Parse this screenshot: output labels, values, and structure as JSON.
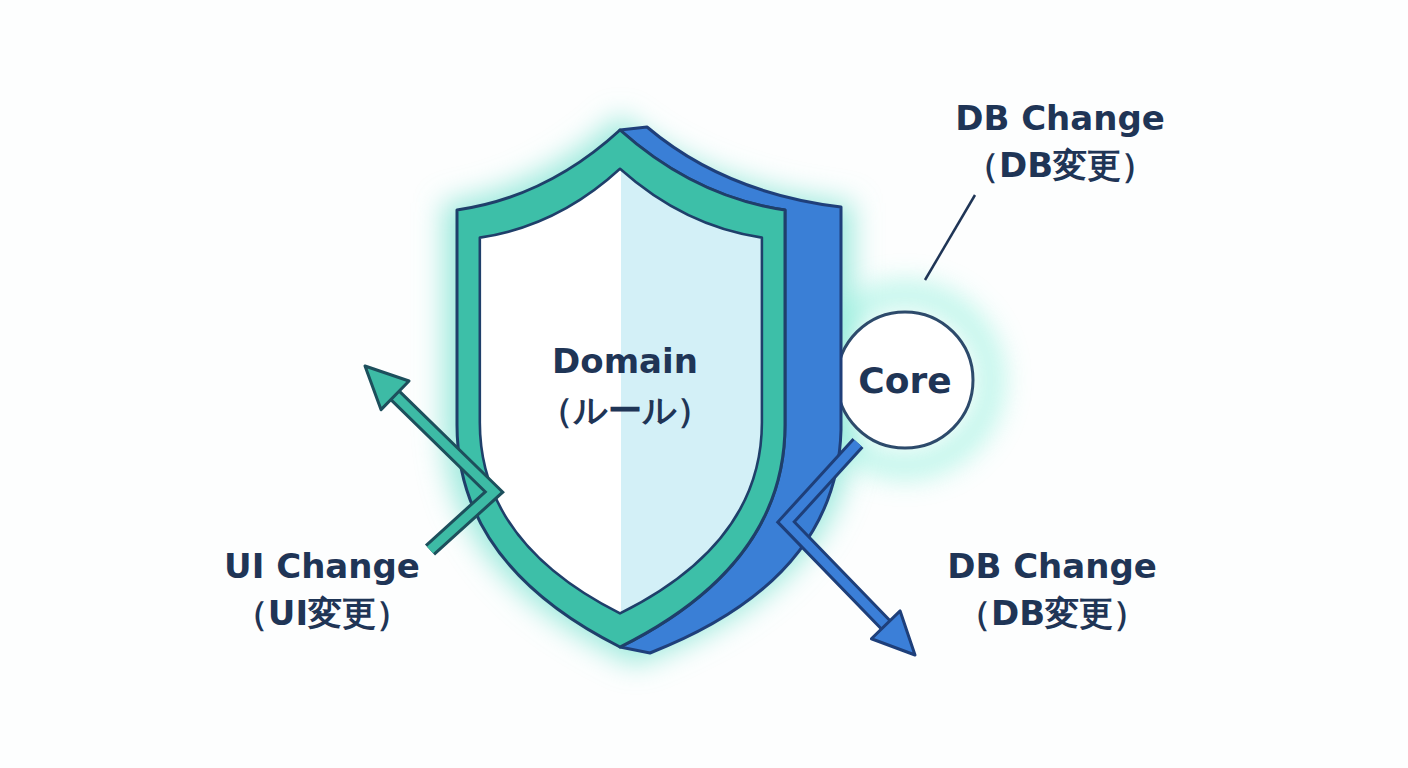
{
  "diagram": {
    "nodes": [
      {
        "text": [
          "Domain （ルール）"
        ]
      },
      {
        "text": [
          "Core"
        ]
      }
    ],
    "labels": [
      "DB Change （DB変更）",
      "UI Change （UI変更）",
      "DB Change （DB変更）"
    ]
  }
}
